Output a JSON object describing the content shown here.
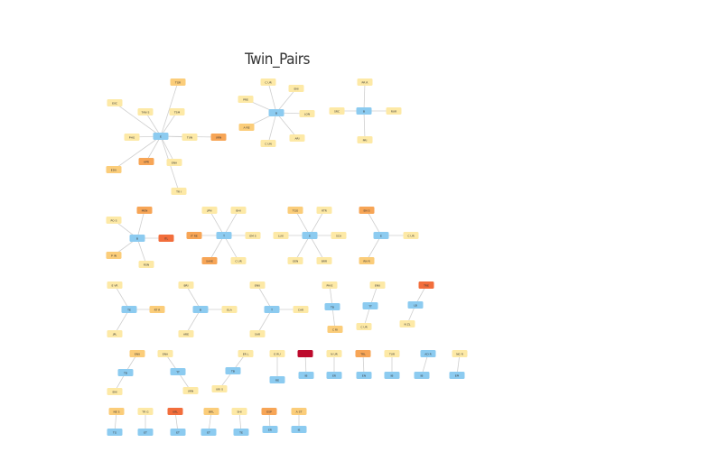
{
  "title": "Twin_Pairs",
  "colors": {
    "hub": "#8ccbf0",
    "leaf_light": "#fde9a6",
    "leaf_mid": "#fbcd7a",
    "leaf_orange": "#f7a556",
    "leaf_red_orange": "#f26e3c",
    "leaf_deep_red": "#bd0a2c",
    "edge": "#cfcfcf"
  },
  "clusters": [
    {
      "hub": "E",
      "leaves": [
        {
          "label": "TGR",
          "color": "leaf_mid"
        },
        {
          "label": "TAN S",
          "color": "leaf_light"
        },
        {
          "label": "TSM",
          "color": "leaf_light"
        },
        {
          "label": "EXC",
          "color": "leaf_light"
        },
        {
          "label": "PHG",
          "color": "leaf_light"
        },
        {
          "label": "TUN",
          "color": "leaf_light"
        },
        {
          "label": "URN",
          "color": "leaf_orange"
        },
        {
          "label": "EDU",
          "color": "leaf_mid"
        },
        {
          "label": "APR",
          "color": "leaf_orange"
        },
        {
          "label": "ENA",
          "color": "leaf_light"
        },
        {
          "label": "TR I",
          "color": "leaf_light"
        }
      ]
    },
    {
      "hub": "B",
      "leaves": [
        {
          "label": "C UR",
          "color": "leaf_light"
        },
        {
          "label": "ENI",
          "color": "leaf_light"
        },
        {
          "label": "PRE",
          "color": "leaf_light"
        },
        {
          "label": "LON",
          "color": "leaf_light"
        },
        {
          "label": "A RE",
          "color": "leaf_mid"
        },
        {
          "label": "C UN",
          "color": "leaf_light"
        },
        {
          "label": "ARI",
          "color": "leaf_light"
        }
      ]
    },
    {
      "hub": "B",
      "leaves": [
        {
          "label": "PR R",
          "color": "leaf_light"
        },
        {
          "label": "SRC",
          "color": "leaf_light"
        },
        {
          "label": "RUR",
          "color": "leaf_light"
        },
        {
          "label": "PRI",
          "color": "leaf_light"
        }
      ]
    },
    {
      "hub": "B",
      "leaves": [
        {
          "label": "MEN",
          "color": "leaf_orange"
        },
        {
          "label": "PO S",
          "color": "leaf_light"
        },
        {
          "label": "ITL",
          "color": "leaf_red_orange"
        },
        {
          "label": "P IN",
          "color": "leaf_mid"
        },
        {
          "label": "RSN",
          "color": "leaf_light"
        }
      ]
    },
    {
      "hub": "T",
      "leaves": [
        {
          "label": "JPN",
          "color": "leaf_light"
        },
        {
          "label": "BHI",
          "color": "leaf_light"
        },
        {
          "label": "IT RE",
          "color": "leaf_orange"
        },
        {
          "label": "EM S",
          "color": "leaf_light"
        },
        {
          "label": "SAVE",
          "color": "leaf_orange"
        },
        {
          "label": "C UR",
          "color": "leaf_light"
        }
      ]
    },
    {
      "hub": "E",
      "leaves": [
        {
          "label": "TGO",
          "color": "leaf_mid"
        },
        {
          "label": "RTR",
          "color": "leaf_light"
        },
        {
          "label": "LUX",
          "color": "leaf_light"
        },
        {
          "label": "SCA",
          "color": "leaf_light"
        },
        {
          "label": "GEN",
          "color": "leaf_light"
        },
        {
          "label": "BRR",
          "color": "leaf_light"
        }
      ]
    },
    {
      "hub": "E",
      "leaves": [
        {
          "label": "EN S",
          "color": "leaf_orange"
        },
        {
          "label": "C UR",
          "color": "leaf_light"
        },
        {
          "label": "RN R",
          "color": "leaf_mid"
        }
      ]
    },
    {
      "hub": "TE",
      "leaves": [
        {
          "label": "E VR",
          "color": "leaf_light"
        },
        {
          "label": "RT R",
          "color": "leaf_mid"
        },
        {
          "label": "JPL",
          "color": "leaf_light"
        }
      ]
    },
    {
      "hub": "B",
      "leaves": [
        {
          "label": "BRI",
          "color": "leaf_light"
        },
        {
          "label": "ELA",
          "color": "leaf_light"
        },
        {
          "label": "ARE",
          "color": "leaf_light"
        }
      ]
    },
    {
      "hub": "T",
      "leaves": [
        {
          "label": "ENU",
          "color": "leaf_light"
        },
        {
          "label": "CAR",
          "color": "leaf_light"
        },
        {
          "label": "SAR",
          "color": "leaf_light"
        }
      ]
    },
    {
      "hub": "TB",
      "leaves": [
        {
          "label": "PN E",
          "color": "leaf_light"
        },
        {
          "label": "C RI",
          "color": "leaf_mid"
        }
      ]
    },
    {
      "hub": "TT",
      "leaves": [
        {
          "label": "ENU",
          "color": "leaf_light"
        },
        {
          "label": "C UR",
          "color": "leaf_light"
        }
      ]
    },
    {
      "hub": "LB",
      "leaves": [
        {
          "label": "TRE",
          "color": "leaf_red_orange"
        },
        {
          "label": "N ZL",
          "color": "leaf_light"
        }
      ]
    },
    {
      "hub": "TB",
      "leaves": [
        {
          "label": "ENU",
          "color": "leaf_mid"
        },
        {
          "label": "ENI",
          "color": "leaf_light"
        }
      ]
    },
    {
      "hub": "TT",
      "leaves": [
        {
          "label": "ENA",
          "color": "leaf_light"
        },
        {
          "label": "URN",
          "color": "leaf_light"
        }
      ]
    },
    {
      "hub": "TB",
      "leaves": [
        {
          "label": "ER L",
          "color": "leaf_light"
        },
        {
          "label": "URI S",
          "color": "leaf_light"
        }
      ]
    },
    {
      "hub": "RE",
      "leaves": [
        {
          "label": "E RU",
          "color": "leaf_light"
        }
      ]
    },
    {
      "hub": "IB",
      "leaves": [
        {
          "label": "",
          "color": "leaf_deep_red"
        }
      ]
    },
    {
      "hub": "ER",
      "leaves": [
        {
          "label": "N UR",
          "color": "leaf_light"
        }
      ]
    },
    {
      "hub": "EN",
      "leaves": [
        {
          "label": "TRL",
          "color": "leaf_orange"
        }
      ]
    },
    {
      "hub": "IB",
      "leaves": [
        {
          "label": "TUR",
          "color": "leaf_light"
        }
      ]
    },
    {
      "hub": "AD R",
      "leaves": [
        {
          "label": "IB",
          "color": "hub"
        }
      ]
    },
    {
      "hub": "EPI",
      "leaves": [
        {
          "label": "NG R",
          "color": "leaf_light"
        }
      ]
    },
    {
      "hub": "TG",
      "leaves": [
        {
          "label": "NE S",
          "color": "leaf_mid"
        }
      ]
    },
    {
      "hub": "ET",
      "leaves": [
        {
          "label": "TR G",
          "color": "leaf_light"
        }
      ]
    },
    {
      "hub": "ET",
      "leaves": [
        {
          "label": "URL",
          "color": "leaf_red_orange"
        }
      ]
    },
    {
      "hub": "ET",
      "leaves": [
        {
          "label": "BRL",
          "color": "leaf_mid"
        }
      ]
    },
    {
      "hub": "TE",
      "leaves": [
        {
          "label": "SHI",
          "color": "leaf_light"
        }
      ]
    },
    {
      "hub": "ER",
      "leaves": [
        {
          "label": "ESP",
          "color": "leaf_orange"
        }
      ]
    },
    {
      "hub": "IE",
      "leaves": [
        {
          "label": "A ST",
          "color": "leaf_mid"
        }
      ]
    }
  ]
}
